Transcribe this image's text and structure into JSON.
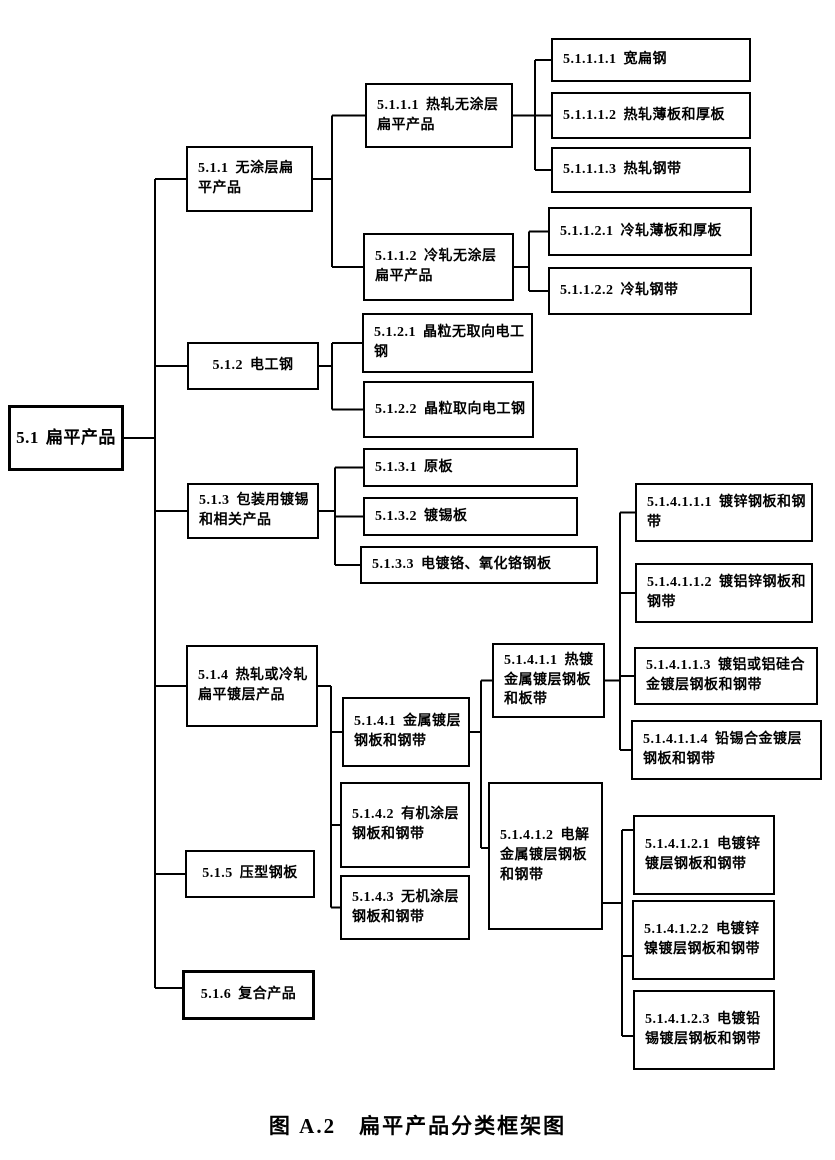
{
  "figure": {
    "caption": "图 A.2　扁平产品分类框架图"
  },
  "diagram": {
    "ink_color": "#000000",
    "paper_color": "#ffffff",
    "root": "5.1",
    "nodes": [
      {
        "code": "5.1",
        "name": "扁平产品",
        "parent": null
      },
      {
        "code": "5.1.1",
        "name": "无涂层扁平产品",
        "parent": "5.1"
      },
      {
        "code": "5.1.1.1",
        "name": "热轧无涂层扁平产品",
        "parent": "5.1.1"
      },
      {
        "code": "5.1.1.1.1",
        "name": "宽扁钢",
        "parent": "5.1.1.1"
      },
      {
        "code": "5.1.1.1.2",
        "name": "热轧薄板和厚板",
        "parent": "5.1.1.1"
      },
      {
        "code": "5.1.1.1.3",
        "name": "热轧钢带",
        "parent": "5.1.1.1"
      },
      {
        "code": "5.1.1.2",
        "name": "冷轧无涂层扁平产品",
        "parent": "5.1.1"
      },
      {
        "code": "5.1.1.2.1",
        "name": "冷轧薄板和厚板",
        "parent": "5.1.1.2"
      },
      {
        "code": "5.1.1.2.2",
        "name": "冷轧钢带",
        "parent": "5.1.1.2"
      },
      {
        "code": "5.1.2",
        "name": "电工钢",
        "parent": "5.1"
      },
      {
        "code": "5.1.2.1",
        "name": "晶粒无取向电工钢",
        "parent": "5.1.2"
      },
      {
        "code": "5.1.2.2",
        "name": "晶粒取向电工钢",
        "parent": "5.1.2"
      },
      {
        "code": "5.1.3",
        "name": "包装用镀锡和相关产品",
        "parent": "5.1"
      },
      {
        "code": "5.1.3.1",
        "name": "原板",
        "parent": "5.1.3"
      },
      {
        "code": "5.1.3.2",
        "name": "镀锡板",
        "parent": "5.1.3"
      },
      {
        "code": "5.1.3.3",
        "name": "电镀铬、氧化铬钢板",
        "parent": "5.1.3"
      },
      {
        "code": "5.1.4",
        "name": "热轧或冷轧扁平镀层产品",
        "parent": "5.1"
      },
      {
        "code": "5.1.4.1",
        "name": "金属镀层钢板和钢带",
        "parent": "5.1.4"
      },
      {
        "code": "5.1.4.1.1",
        "name": "热镀金属镀层钢板和板带",
        "parent": "5.1.4.1"
      },
      {
        "code": "5.1.4.1.1.1",
        "name": "镀锌钢板和钢带",
        "parent": "5.1.4.1.1"
      },
      {
        "code": "5.1.4.1.1.2",
        "name": "镀铝锌钢板和钢带",
        "parent": "5.1.4.1.1"
      },
      {
        "code": "5.1.4.1.1.3",
        "name": "镀铝或铝硅合金镀层钢板和钢带",
        "parent": "5.1.4.1.1"
      },
      {
        "code": "5.1.4.1.1.4",
        "name": "铅锡合金镀层钢板和钢带",
        "parent": "5.1.4.1.1"
      },
      {
        "code": "5.1.4.1.2",
        "name": "电解金属镀层钢板和钢带",
        "parent": "5.1.4.1"
      },
      {
        "code": "5.1.4.1.2.1",
        "name": "电镀锌镀层钢板和钢带",
        "parent": "5.1.4.1.2"
      },
      {
        "code": "5.1.4.1.2.2",
        "name": "电镀锌镍镀层钢板和钢带",
        "parent": "5.1.4.1.2"
      },
      {
        "code": "5.1.4.1.2.3",
        "name": "电镀铅锡镀层钢板和钢带",
        "parent": "5.1.4.1.2"
      },
      {
        "code": "5.1.4.2",
        "name": "有机涂层钢板和钢带",
        "parent": "5.1.4"
      },
      {
        "code": "5.1.4.3",
        "name": "无机涂层钢板和钢带",
        "parent": "5.1.4"
      },
      {
        "code": "5.1.5",
        "name": "压型钢板",
        "parent": "5.1"
      },
      {
        "code": "5.1.6",
        "name": "复合产品",
        "parent": "5.1"
      }
    ]
  }
}
